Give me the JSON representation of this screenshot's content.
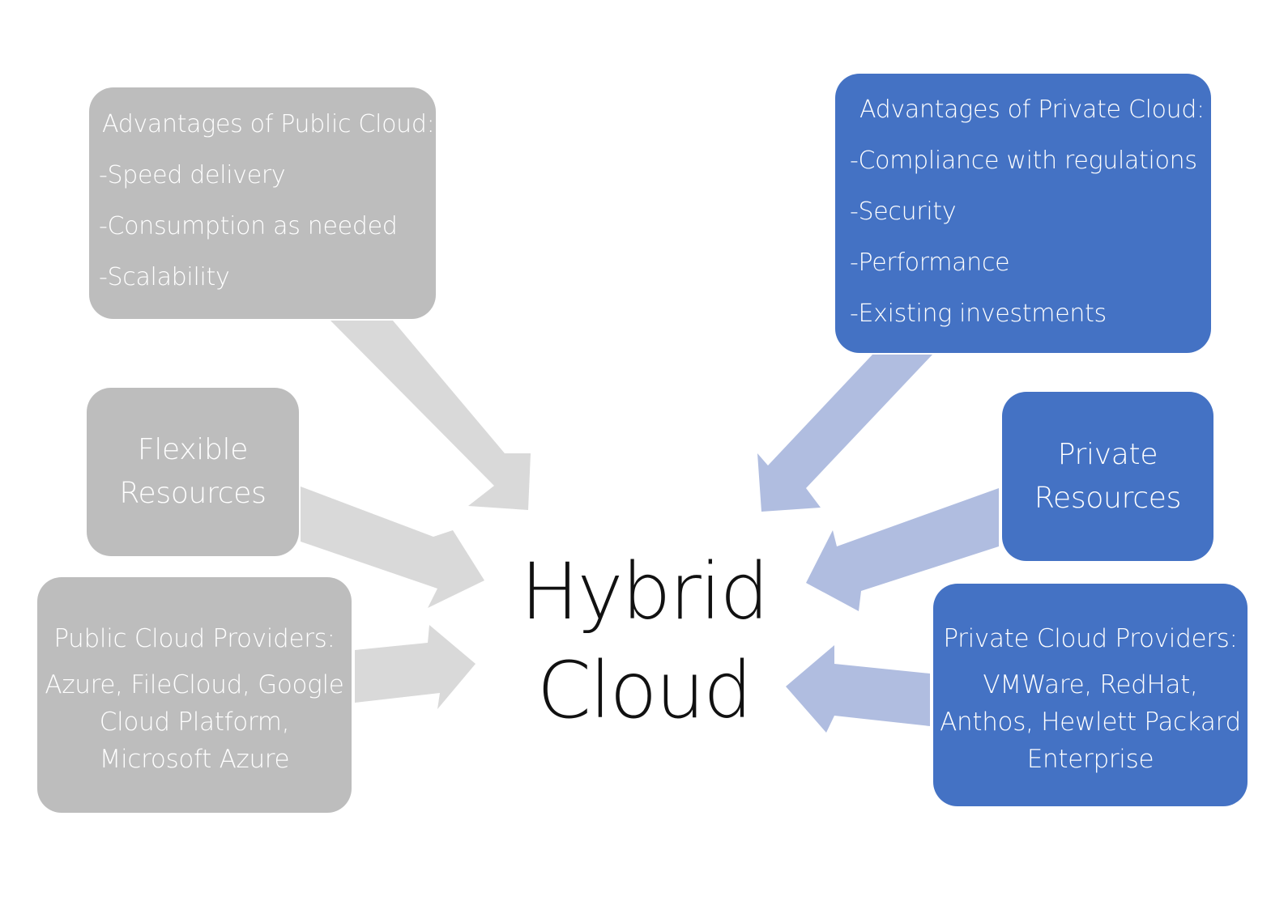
{
  "center": {
    "line1": "Hybrid",
    "line2": "Cloud"
  },
  "public_advantages": {
    "title": "Advantages of Public Cloud:",
    "items": [
      "-Speed delivery",
      "-Consumption as needed",
      "-Scalability"
    ]
  },
  "private_advantages": {
    "title": "Advantages of Private Cloud:",
    "items": [
      "-Compliance with regulations",
      "-Security",
      "-Performance",
      "-Existing investments"
    ]
  },
  "flexible_resources": {
    "line1": "Flexible",
    "line2": "Resources"
  },
  "private_resources": {
    "line1": "Private",
    "line2": "Resources"
  },
  "public_providers": {
    "title": "Public Cloud Providers:",
    "line1": "Azure, FileCloud, Google",
    "line2": "Cloud Platform,",
    "line3": "Microsoft Azure"
  },
  "private_providers": {
    "title": "Private Cloud Providers:",
    "line1": "VMWare, RedHat,",
    "line2": "Anthos, Hewlett Packard",
    "line3": "Enterprise"
  },
  "colors": {
    "public_box": "#bdbdbd",
    "public_arrow": "#d9d9d9",
    "private_box": "#4472c4",
    "private_arrow": "#b0bde0",
    "center_text": "#111111"
  }
}
